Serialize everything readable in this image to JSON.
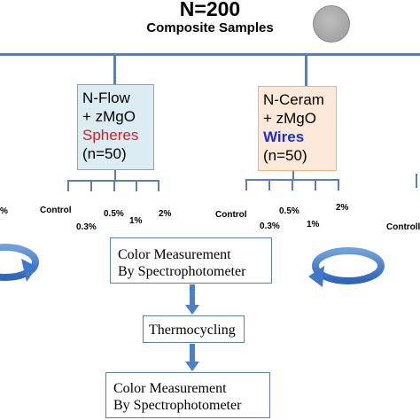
{
  "header": {
    "title": "N=200",
    "subtitle": "Composite Samples"
  },
  "group_left": {
    "line1": "N-Flow",
    "line2": "+ zMgO",
    "line3": "Spheres",
    "line4": "(n=50)"
  },
  "group_right": {
    "line1": "N-Ceram",
    "line2": "+ zMgO",
    "line3": "Wires",
    "line4": "(n=50)"
  },
  "labels_left": {
    "control": "Control",
    "p03": "0.3%",
    "p05": "0.5%",
    "p1": "1%",
    "p2": "2%"
  },
  "labels_right": {
    "control": "Control",
    "p03": "0.3%",
    "p05": "0.5%",
    "p1": "1%",
    "p2": "2%"
  },
  "edge_labels": {
    "left_pct": "%",
    "right_control": "Controll"
  },
  "flow": {
    "step1_line1": "Color Measurement",
    "step1_line2": "By Spectrophotometer",
    "step2": "Thermocycling",
    "step3_line1": "Color Measurement",
    "step3_line2": "By Spectrophotometer"
  },
  "colors": {
    "line": "#5b7fb5",
    "arrow": "#3f78c8",
    "spheres_text": "#d32020",
    "wires_text": "#1a2fe0",
    "box_left_fill": "#dcecf3",
    "box_right_fill": "#fde9d9"
  }
}
